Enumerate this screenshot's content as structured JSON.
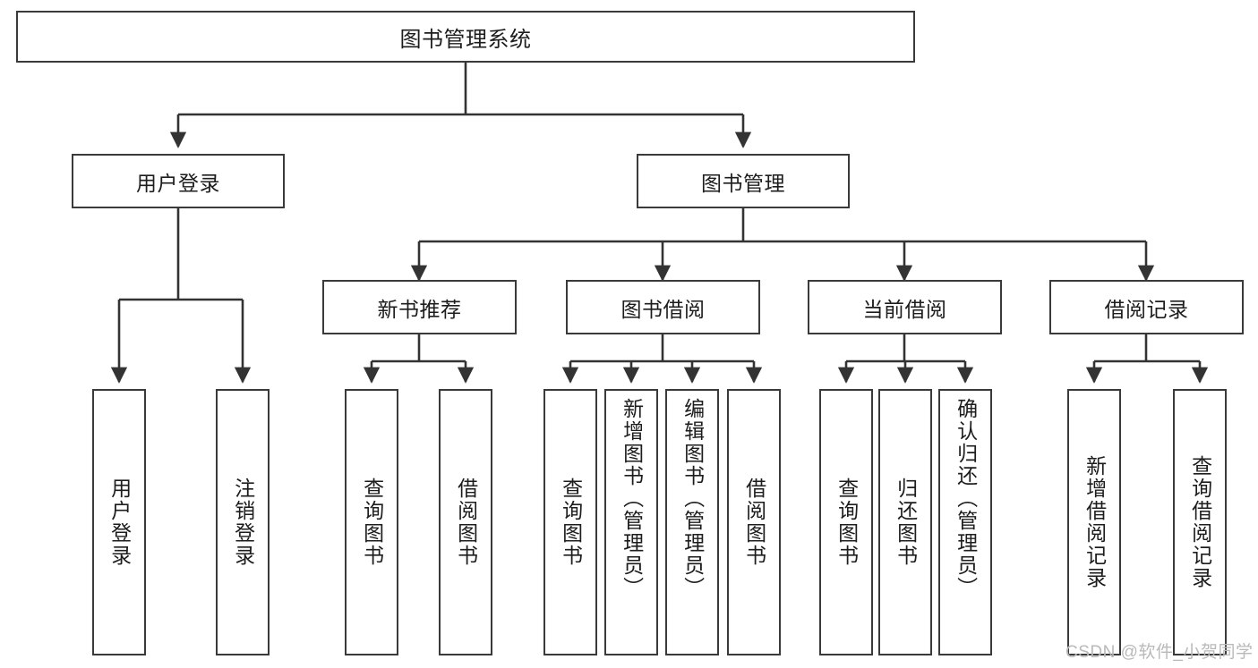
{
  "diagram": {
    "title": "图书管理系统",
    "type": "tree",
    "watermark": "CSDN @软件_小贺同学",
    "colors": {
      "border": "#3a3a3a",
      "text": "#1d1d1d",
      "background": "#ffffff",
      "edge": "#333333",
      "watermark": "#b9b9b9"
    },
    "root": {
      "label": "图书管理系统"
    },
    "level1": [
      {
        "label": "用户登录"
      },
      {
        "label": "图书管理"
      }
    ],
    "level2": [
      {
        "label": "新书推荐"
      },
      {
        "label": "图书借阅"
      },
      {
        "label": "当前借阅"
      },
      {
        "label": "借阅记录"
      }
    ],
    "leaves": {
      "user_login": [
        {
          "label": "用户登录"
        },
        {
          "label": "注销登录"
        }
      ],
      "new_book_recommend": [
        {
          "label": "查询图书"
        },
        {
          "label": "借阅图书"
        }
      ],
      "book_borrow": [
        {
          "label": "查询图书"
        },
        {
          "label": "新增图书（管理员）"
        },
        {
          "label": "编辑图书（管理员）"
        },
        {
          "label": "借阅图书"
        }
      ],
      "current_borrow": [
        {
          "label": "查询图书"
        },
        {
          "label": "归还图书"
        },
        {
          "label": "确认归还（管理员）"
        }
      ],
      "borrow_record": [
        {
          "label": "新增借阅记录"
        },
        {
          "label": "查询借阅记录"
        }
      ]
    }
  }
}
